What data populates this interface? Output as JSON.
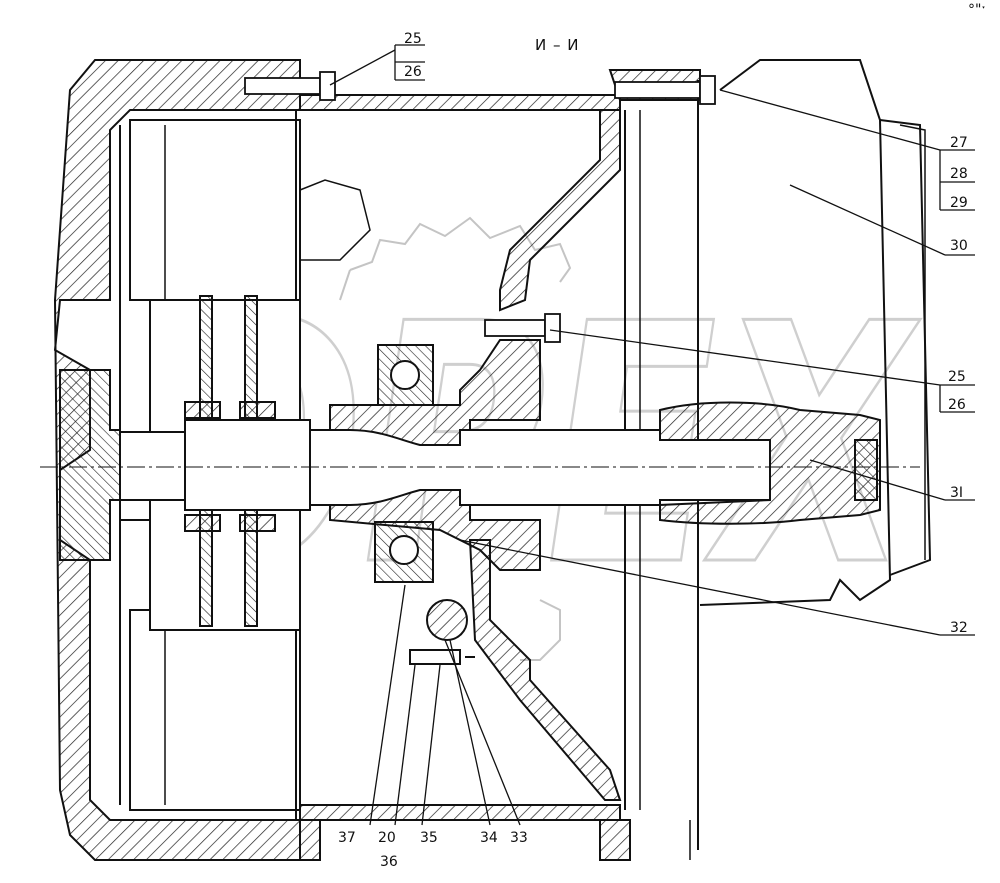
{
  "section_title": "И – И",
  "corner_mark": "°\"ˑ",
  "watermark": "OPEX",
  "callouts": {
    "c25a": "25",
    "c26a": "26",
    "c27": "27",
    "c28": "28",
    "c29": "29",
    "c30": "30",
    "c25b": "25",
    "c26b": "26",
    "c31": "3I",
    "c32": "32",
    "c37": "37",
    "c20": "20",
    "c35": "35",
    "c34": "34",
    "c33": "33",
    "c36": "36"
  }
}
